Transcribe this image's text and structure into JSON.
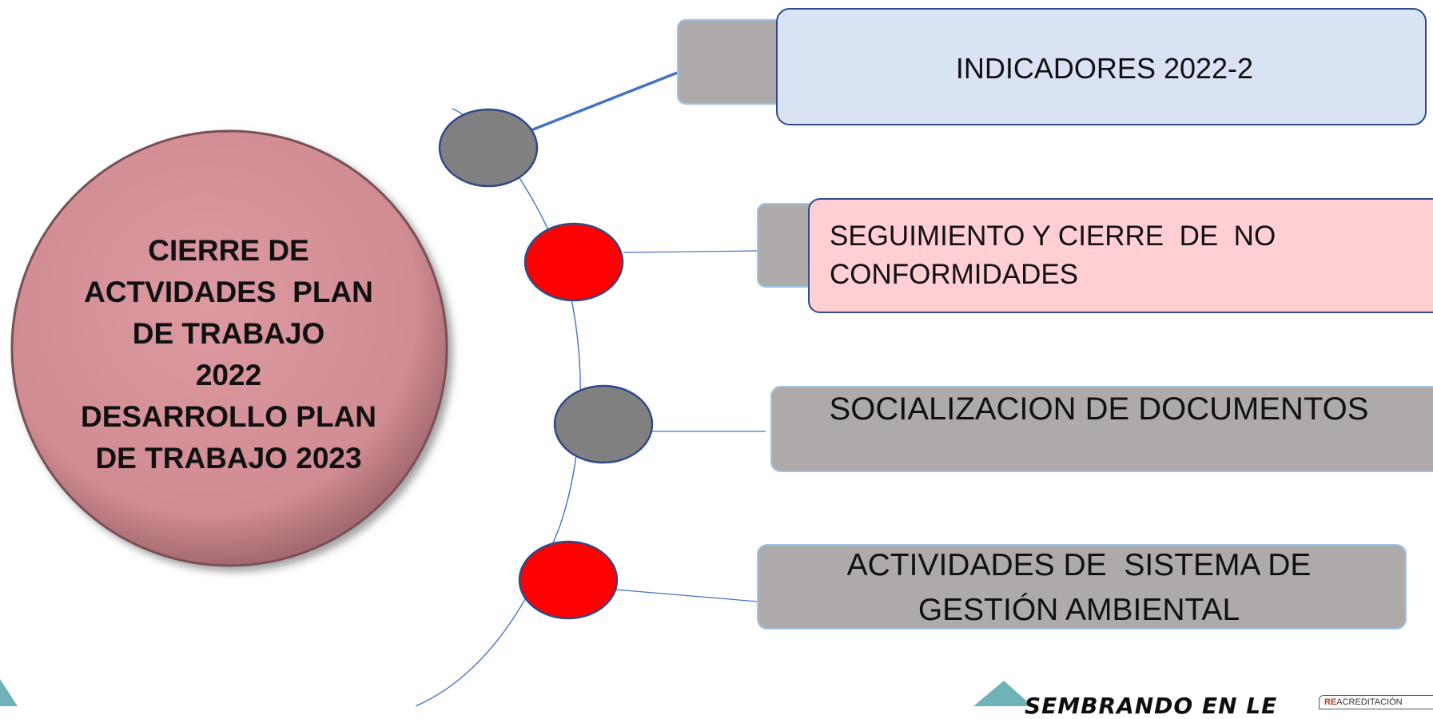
{
  "center_node": {
    "title_lines": [
      "CIERRE DE",
      "ACTVIDADES  PLAN",
      "DE TRABAJO",
      "2022",
      "DESARROLLO PLAN",
      "DE TRABAJO 2023"
    ]
  },
  "branches": [
    {
      "label_lines": [
        "INDICADORES 2022-2"
      ],
      "marker_color": "#808080",
      "box_color": "#dae3f3"
    },
    {
      "label_lines": [
        "SEGUIMIENTO Y CIERRE  DE  NO",
        "CONFORMIDADES"
      ],
      "marker_color": "#ff0000",
      "box_color": "#ffcfd4"
    },
    {
      "label_lines": [
        "SOCIALIZACION DE DOCUMENTOS"
      ],
      "marker_color": "#808080",
      "box_color": "#aeaaaa"
    },
    {
      "label_lines": [
        "ACTIVIDADES DE  SISTEMA DE",
        "GESTIÓN AMBIENTAL"
      ],
      "marker_color": "#ff0000",
      "box_color": "#aeaaaa"
    }
  ],
  "footer": {
    "brand": "SEMBRANDO EN LE",
    "badge_prefix": "RE",
    "badge_rest": "ACREDITACIÓN"
  },
  "colors": {
    "center_circle": "#d49096",
    "connector": "#4472c4",
    "tab_gray": "#aeaaaa",
    "teal_accent": "#6fb3b8"
  }
}
